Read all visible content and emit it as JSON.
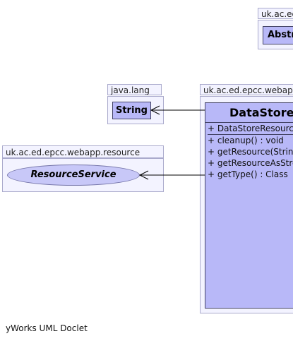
{
  "packages": {
    "top_right": {
      "name": "uk.ac.ed.epcc.webapp",
      "class_name": "Abstr"
    },
    "java_lang": {
      "name": "java.lang",
      "class_name": "String"
    },
    "main": {
      "name": "uk.ac.ed.epcc.webapp",
      "class_name": "DataStore"
    },
    "resource": {
      "name": "uk.ac.ed.epcc.webapp.resource",
      "interface_name": "ResourceService"
    }
  },
  "members": [
    "+ DataStoreResource",
    "+ cleanup() : void",
    "+ getResource(String",
    "+ getResourceAsStream",
    "+ getType() : Class"
  ],
  "footer": "yWorks UML Doclet",
  "colors": {
    "package_fill": "#f3f3ff",
    "class_fill": "#b8b8f8",
    "interface_fill": "#c8c8f8",
    "edge": "#000000"
  }
}
